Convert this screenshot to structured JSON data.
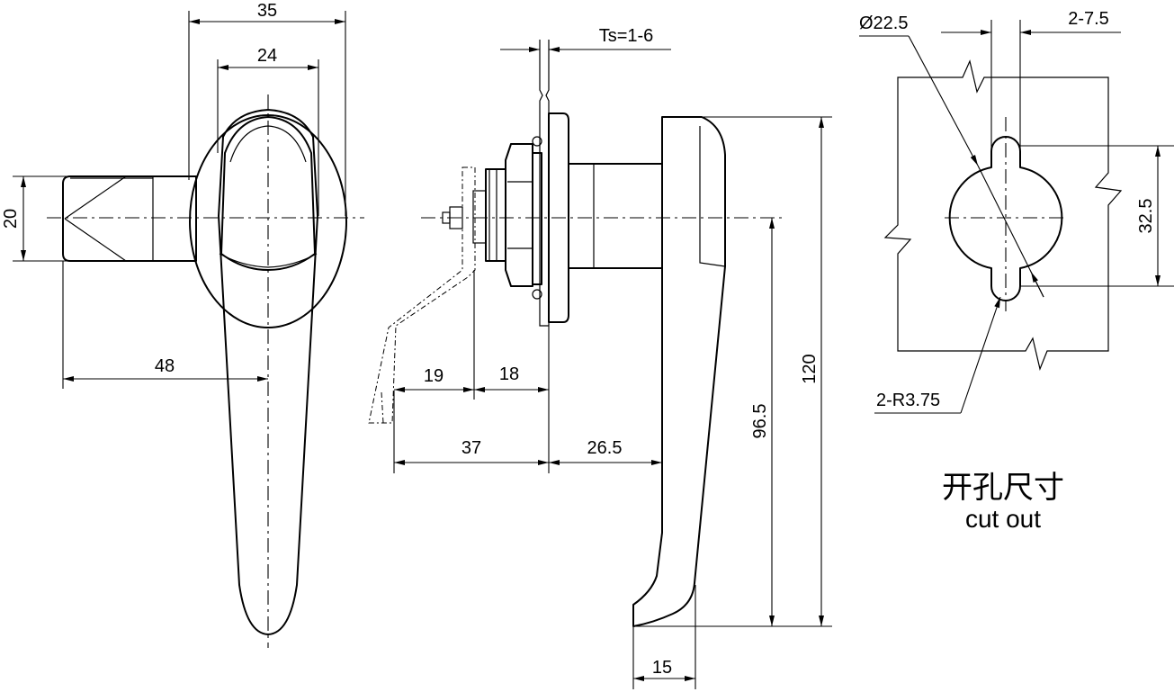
{
  "dimensions": {
    "front_width_outer": "35",
    "front_width_inner": "24",
    "front_height": "20",
    "front_length": "48",
    "panel_thickness": "Ts=1-6",
    "side_19": "19",
    "side_18": "18",
    "side_37": "37",
    "side_26_5": "26.5",
    "side_96_5": "96.5",
    "side_120": "120",
    "side_15": "15",
    "cutout_diameter": "Ø22.5",
    "cutout_slot_width": "2-7.5",
    "cutout_height": "32.5",
    "cutout_radius": "2-R3.75"
  },
  "cutout_label": {
    "chinese": "开孔尺寸",
    "english": "cut out"
  }
}
